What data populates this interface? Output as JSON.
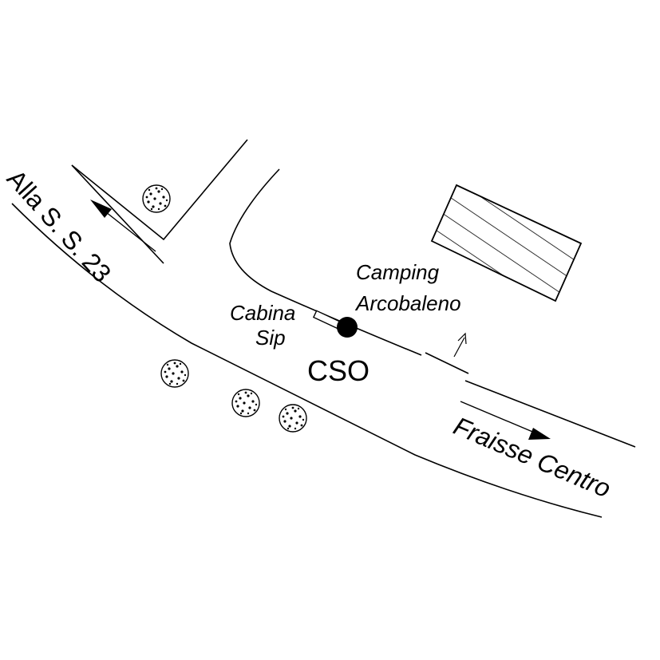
{
  "labels": {
    "road_nw": "Alla S. S. 23",
    "road_se": "Fraisse Centro",
    "camping_line1": "Camping",
    "camping_line2": "Arcobaleno",
    "cabina_line1": "Cabina",
    "cabina_line2": "Sip",
    "cso": "CSO"
  },
  "colors": {
    "ink": "#000000",
    "background": "#ffffff"
  },
  "icons": [
    "arrow-icon",
    "tree-icon",
    "hatched-building-icon",
    "location-dot-icon"
  ]
}
